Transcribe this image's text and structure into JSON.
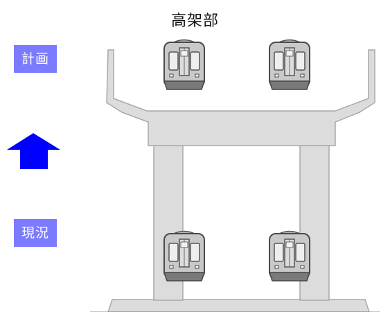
{
  "title": "高架部",
  "labels": {
    "plan": "計画",
    "current": "現況"
  },
  "icons": {
    "arrow": "arrow-up-icon",
    "train": "train-front-icon"
  },
  "colors": {
    "label_bg": "#7b7bff",
    "arrow": "#0000ff",
    "structure": "#dcdcdc",
    "structure_stroke": "#a8a8a8",
    "train_body": "#c9c9c9",
    "train_stroke": "#4a4a4a",
    "train_skirt": "#7a7a7a"
  }
}
